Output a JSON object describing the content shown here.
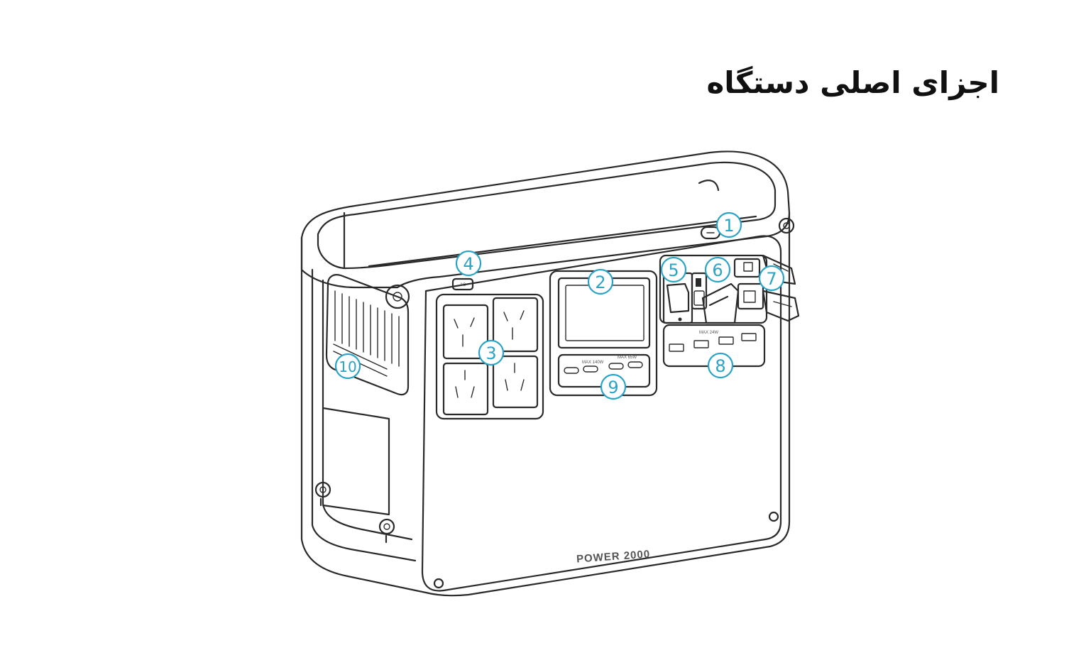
{
  "title": "اجزای اصلی دستگاه",
  "device": {
    "brand_label": "POWER 2000",
    "ac_button_label": "AC",
    "max_label_a": "MAX 140W",
    "max_label_b": "MAX 65W",
    "max_label_c": "MAX 24W"
  },
  "callouts": [
    "1",
    "2",
    "3",
    "4",
    "5",
    "6",
    "7",
    "8",
    "9",
    "10"
  ],
  "colors": {
    "accent": "#2aa3c6",
    "line": "#2a2a2a"
  }
}
